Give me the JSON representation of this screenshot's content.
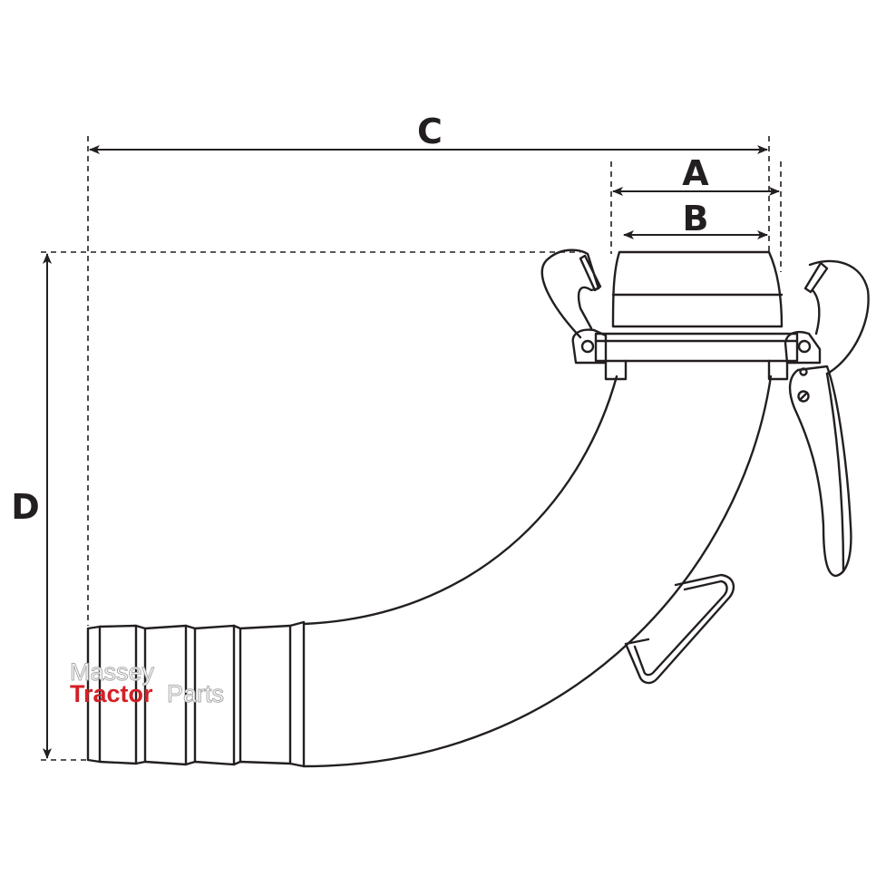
{
  "diagram": {
    "dimension_labels": {
      "a": "A",
      "b": "B",
      "c": "C",
      "d": "D"
    },
    "watermark": {
      "line1": "Massey",
      "line2_red": "Tractor",
      "line2_rest": "Parts"
    },
    "colors": {
      "line": "#231f20",
      "watermark_red": "#d42027"
    }
  }
}
